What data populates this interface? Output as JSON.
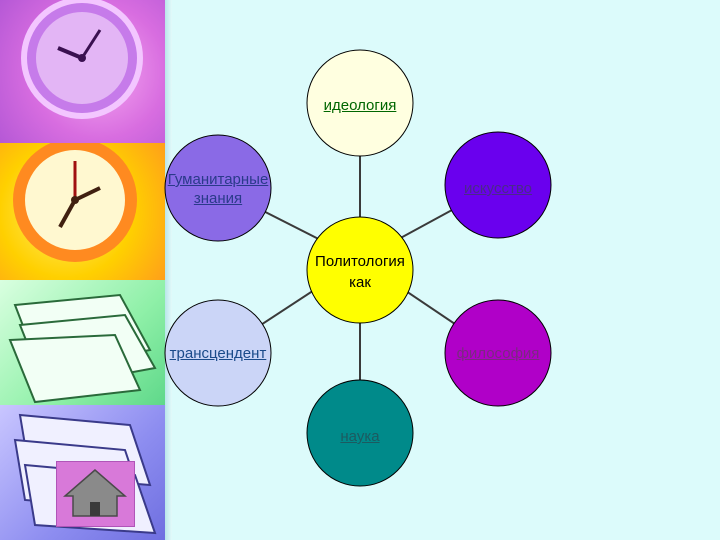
{
  "diagram": {
    "center": {
      "line1": "Политология",
      "line2": "как",
      "color": "#ffff00"
    },
    "nodes": [
      {
        "id": "ideologiya",
        "label": "идеология",
        "color": "#ffffe0",
        "text_color": "#006600"
      },
      {
        "id": "iskusstvo",
        "label": "искусство",
        "color": "#6a00ee",
        "text_color": "#4b2a8a"
      },
      {
        "id": "filosofiya",
        "label": "философия",
        "color": "#b000c8",
        "text_color": "#7a2a80"
      },
      {
        "id": "nauka",
        "label": "наука",
        "color": "#008a8a",
        "text_color": "#1c5a60"
      },
      {
        "id": "transcendent",
        "label": "трансцендент",
        "color": "#cbd5f7",
        "text_color": "#1a4a8a"
      },
      {
        "id": "gumanitarnye",
        "label1": "Гуманитарные",
        "label2": "знания",
        "color": "#8a6ae6",
        "text_color": "#2a3a8a"
      }
    ]
  },
  "colors": {
    "background": "#dcfbfb",
    "connector": "#3a3a3a"
  },
  "sidebar": {
    "home_icon": "home-icon",
    "images": [
      "clock-purple",
      "clock-orange",
      "papers-green",
      "papers-blue"
    ]
  }
}
